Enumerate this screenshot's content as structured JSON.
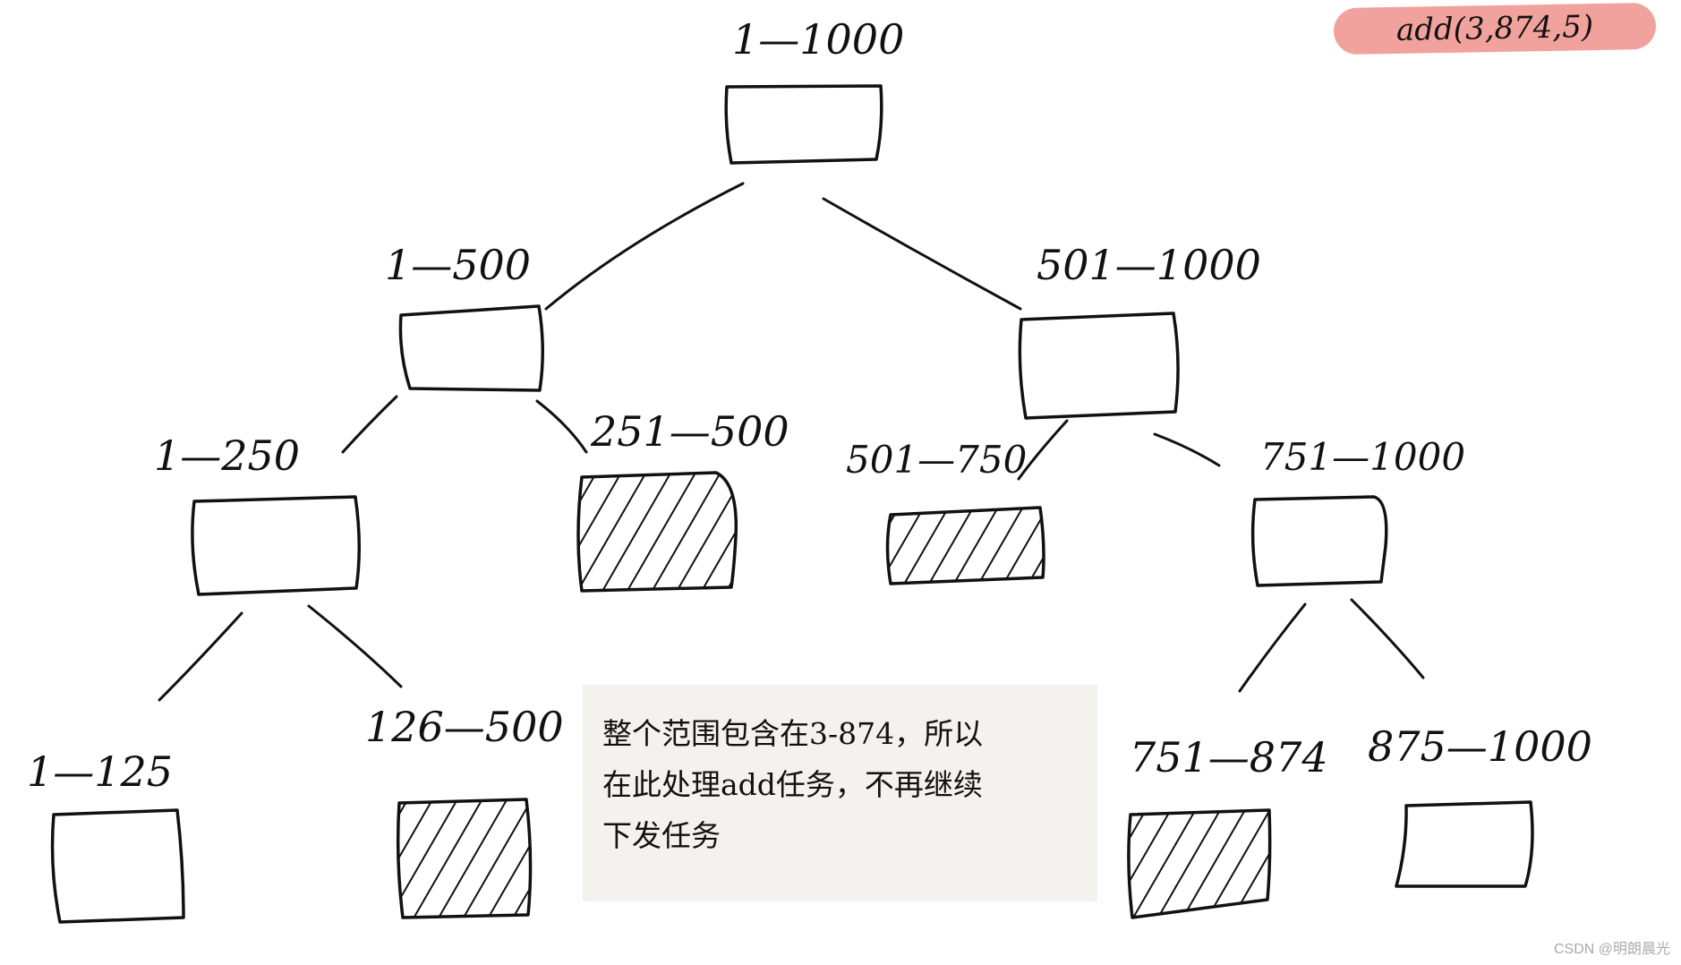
{
  "operation": "add(3,874,5)",
  "nodes": [
    {
      "id": "n1",
      "label": "1—1000",
      "shaded": false
    },
    {
      "id": "n2",
      "label": "1—500",
      "shaded": false
    },
    {
      "id": "n3",
      "label": "501—1000",
      "shaded": false
    },
    {
      "id": "n4",
      "label": "1—250",
      "shaded": false
    },
    {
      "id": "n5",
      "label": "251—500",
      "shaded": true
    },
    {
      "id": "n6",
      "label": "501—750",
      "shaded": true
    },
    {
      "id": "n7",
      "label": "751—1000",
      "shaded": false
    },
    {
      "id": "n8",
      "label": "1—125",
      "shaded": false
    },
    {
      "id": "n9",
      "label": "126—500",
      "shaded": true
    },
    {
      "id": "n10",
      "label": "751—874",
      "shaded": true
    },
    {
      "id": "n11",
      "label": "875—1000",
      "shaded": false
    }
  ],
  "note": {
    "lines": [
      "整个范围包含在3-874，所以",
      "在此处理add任务，不再继续",
      "下发任务"
    ]
  },
  "watermark": "CSDN @明朗晨光",
  "colors": {
    "pill": "#f2a29c",
    "note_bg": "#f4f2ee",
    "ink": "#111111"
  }
}
